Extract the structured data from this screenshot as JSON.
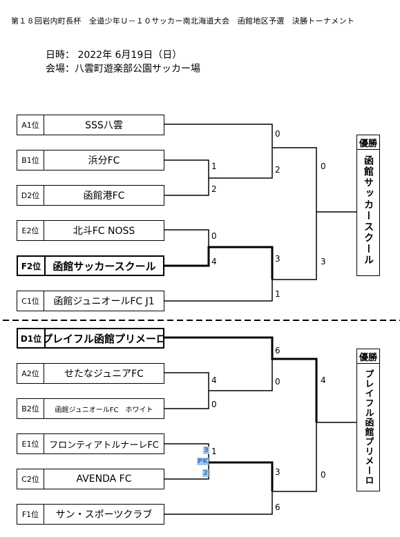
{
  "title": "第１８回岩内町長杯　全道少年Ｕ－１０サッカー南北海道大会　函館地区予選　決勝トーナメント",
  "date": "日時：  2022年  6月19日（日）",
  "venue": "会場：八雲町遊楽部公園サッカー場",
  "blocks": [
    {
      "teams": [
        {
          "rank": "A1位",
          "name": "SSS八雲"
        },
        {
          "rank": "B1位",
          "name": "浜分FC"
        },
        {
          "rank": "D2位",
          "name": "函館港FC"
        },
        {
          "rank": "E2位",
          "name": "北斗FC NOSS"
        },
        {
          "rank": "F2位",
          "name": "函館サッカースクール"
        },
        {
          "rank": "C1位",
          "name": "函館ジュニオールFC J1"
        }
      ],
      "scores": {
        "r1_top_a": "1",
        "r1_top_b": "2",
        "r1_bot_a": "0",
        "r1_bot_b": "4",
        "r2_top_a": "0",
        "r2_top_b": "2",
        "r2_bot_a": "3",
        "r2_bot_b": "1",
        "final_a": "0",
        "final_b": "3"
      },
      "winner_label": "優勝",
      "winner": "函館サッカースクール"
    },
    {
      "teams": [
        {
          "rank": "D1位",
          "name": "プレイフル函館プリメーロ"
        },
        {
          "rank": "A2位",
          "name": "せたなジュニアFC"
        },
        {
          "rank": "B2位",
          "name": "函館ジュニオールFC　ホワイト"
        },
        {
          "rank": "E1位",
          "name": "フロンティアトルナーレFC"
        },
        {
          "rank": "C2位",
          "name": "AVENDA FC"
        },
        {
          "rank": "F1位",
          "name": "サン・スポーツクラブ"
        }
      ],
      "scores": {
        "r1_top_a": "4",
        "r1_top_b": "0",
        "r1_bot_a": "1",
        "r1_bot_b": "",
        "pk_a": "3",
        "pk_label": "PK",
        "pk_b": "2",
        "r2_top_a": "6",
        "r2_top_b": "0",
        "r2_bot_a": "3",
        "r2_bot_b": "6",
        "final_a": "4",
        "final_b": "0"
      },
      "winner_label": "優勝",
      "winner": "プレイフル函館プリメーロ"
    }
  ]
}
